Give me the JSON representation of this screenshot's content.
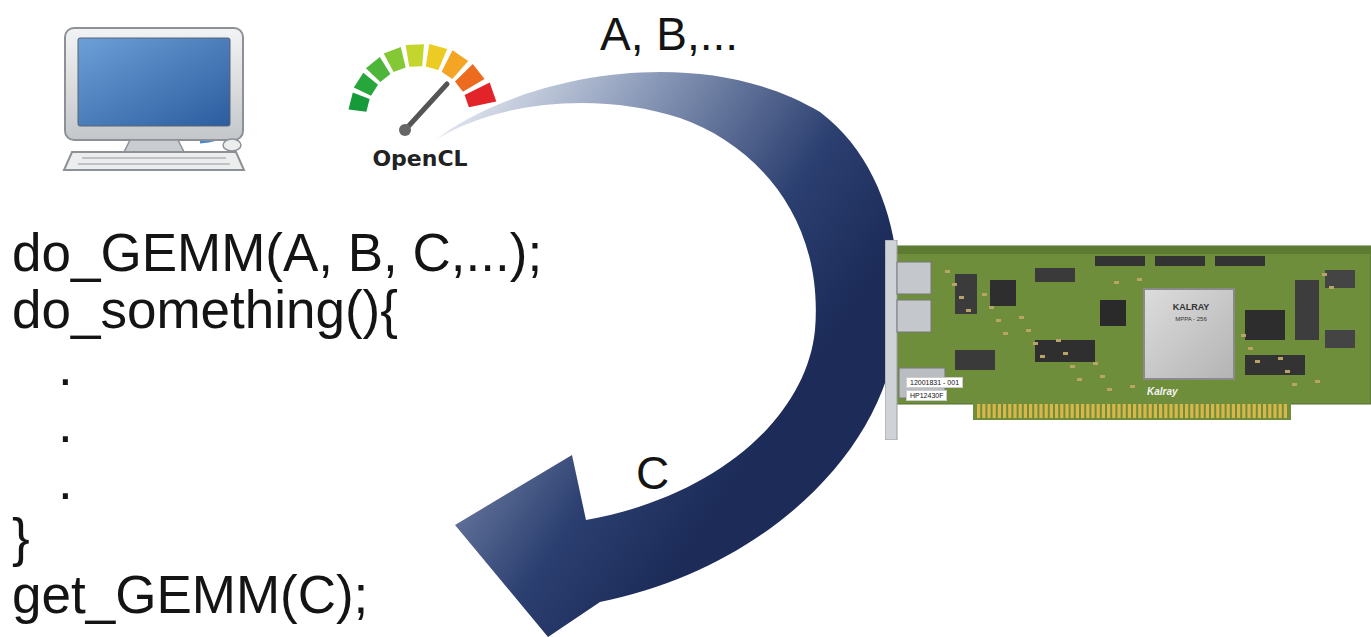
{
  "diagram": {
    "nodes": [
      {
        "text": [
          "OpenCL"
        ]
      },
      {
        "text": [
          "Kalray"
        ]
      },
      {
        "text": [
          "KALRAY",
          "MPPA - 256"
        ],
        "in": 1
      }
    ],
    "labels": [
      "A, B,...",
      "C",
      "do_GEMM(A, B, C,...);",
      "do_something(){",
      ".",
      ".",
      ".",
      "}",
      "get_GEMM(C);",
      "12001831 - 001",
      "HP12430F"
    ]
  }
}
